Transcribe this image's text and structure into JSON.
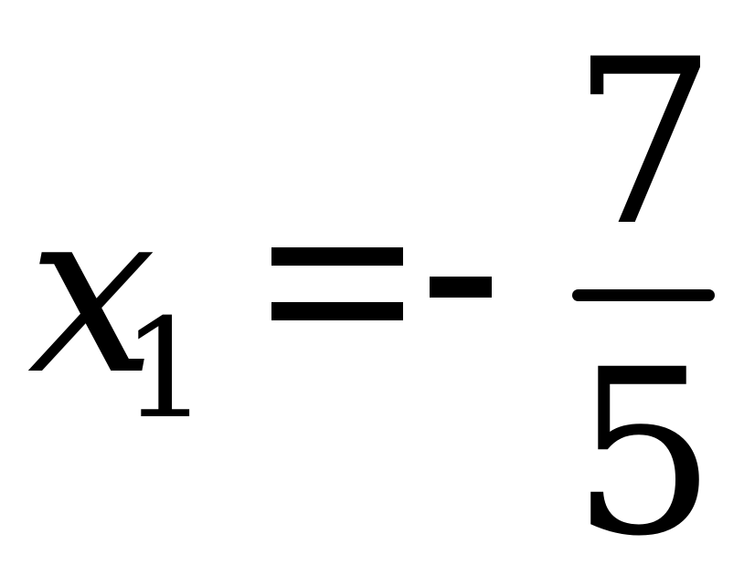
{
  "formula": {
    "variable": "x",
    "subscript": "1",
    "numerator": "7",
    "denominator": "5"
  }
}
